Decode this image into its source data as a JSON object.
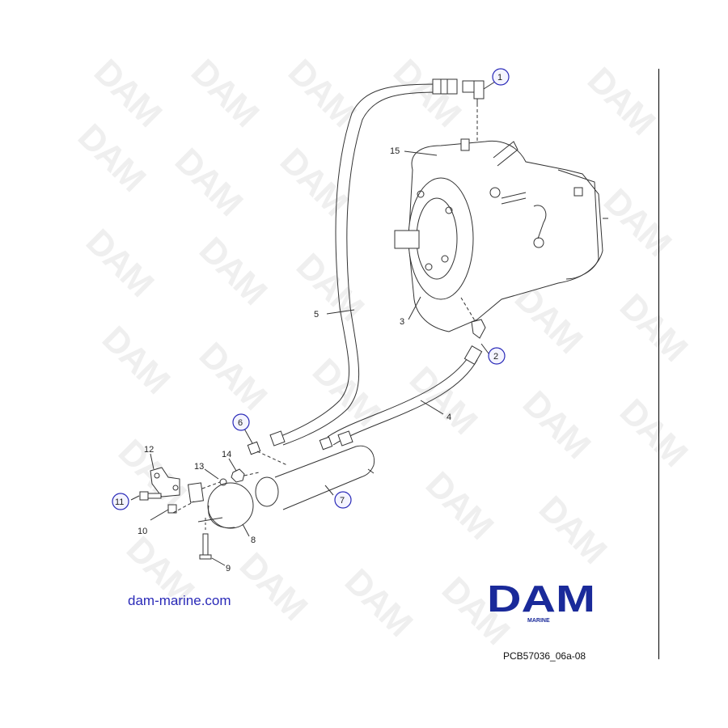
{
  "diagram": {
    "type": "exploded-parts-diagram",
    "subject": "hydraulic pump with hoses and oil cooler",
    "watermark_text": "DAM",
    "callouts": [
      {
        "id": "1",
        "label": "1",
        "circled": true
      },
      {
        "id": "2",
        "label": "2",
        "circled": true
      },
      {
        "id": "3",
        "label": "3",
        "circled": false
      },
      {
        "id": "4",
        "label": "4",
        "circled": false
      },
      {
        "id": "5",
        "label": "5",
        "circled": false
      },
      {
        "id": "6",
        "label": "6",
        "circled": true
      },
      {
        "id": "7",
        "label": "7",
        "circled": true
      },
      {
        "id": "8",
        "label": "8",
        "circled": false
      },
      {
        "id": "9",
        "label": "9",
        "circled": false
      },
      {
        "id": "10",
        "label": "10",
        "circled": false
      },
      {
        "id": "11",
        "label": "11",
        "circled": true
      },
      {
        "id": "12",
        "label": "12",
        "circled": false
      },
      {
        "id": "13",
        "label": "13",
        "circled": false
      },
      {
        "id": "14",
        "label": "14",
        "circled": false
      },
      {
        "id": "15",
        "label": "15",
        "circled": false
      }
    ]
  },
  "footer": {
    "website": "dam-marine.com",
    "logo_text": "DAM",
    "logo_subtext": "MARINE",
    "figure_id": "PCB57036_06a-08"
  },
  "colors": {
    "brand_blue": "#1a2a9a",
    "callout_circle": "#2a2ab8",
    "link_blue": "#2a2ab8",
    "watermark": "#efefef",
    "line": "#333333"
  }
}
